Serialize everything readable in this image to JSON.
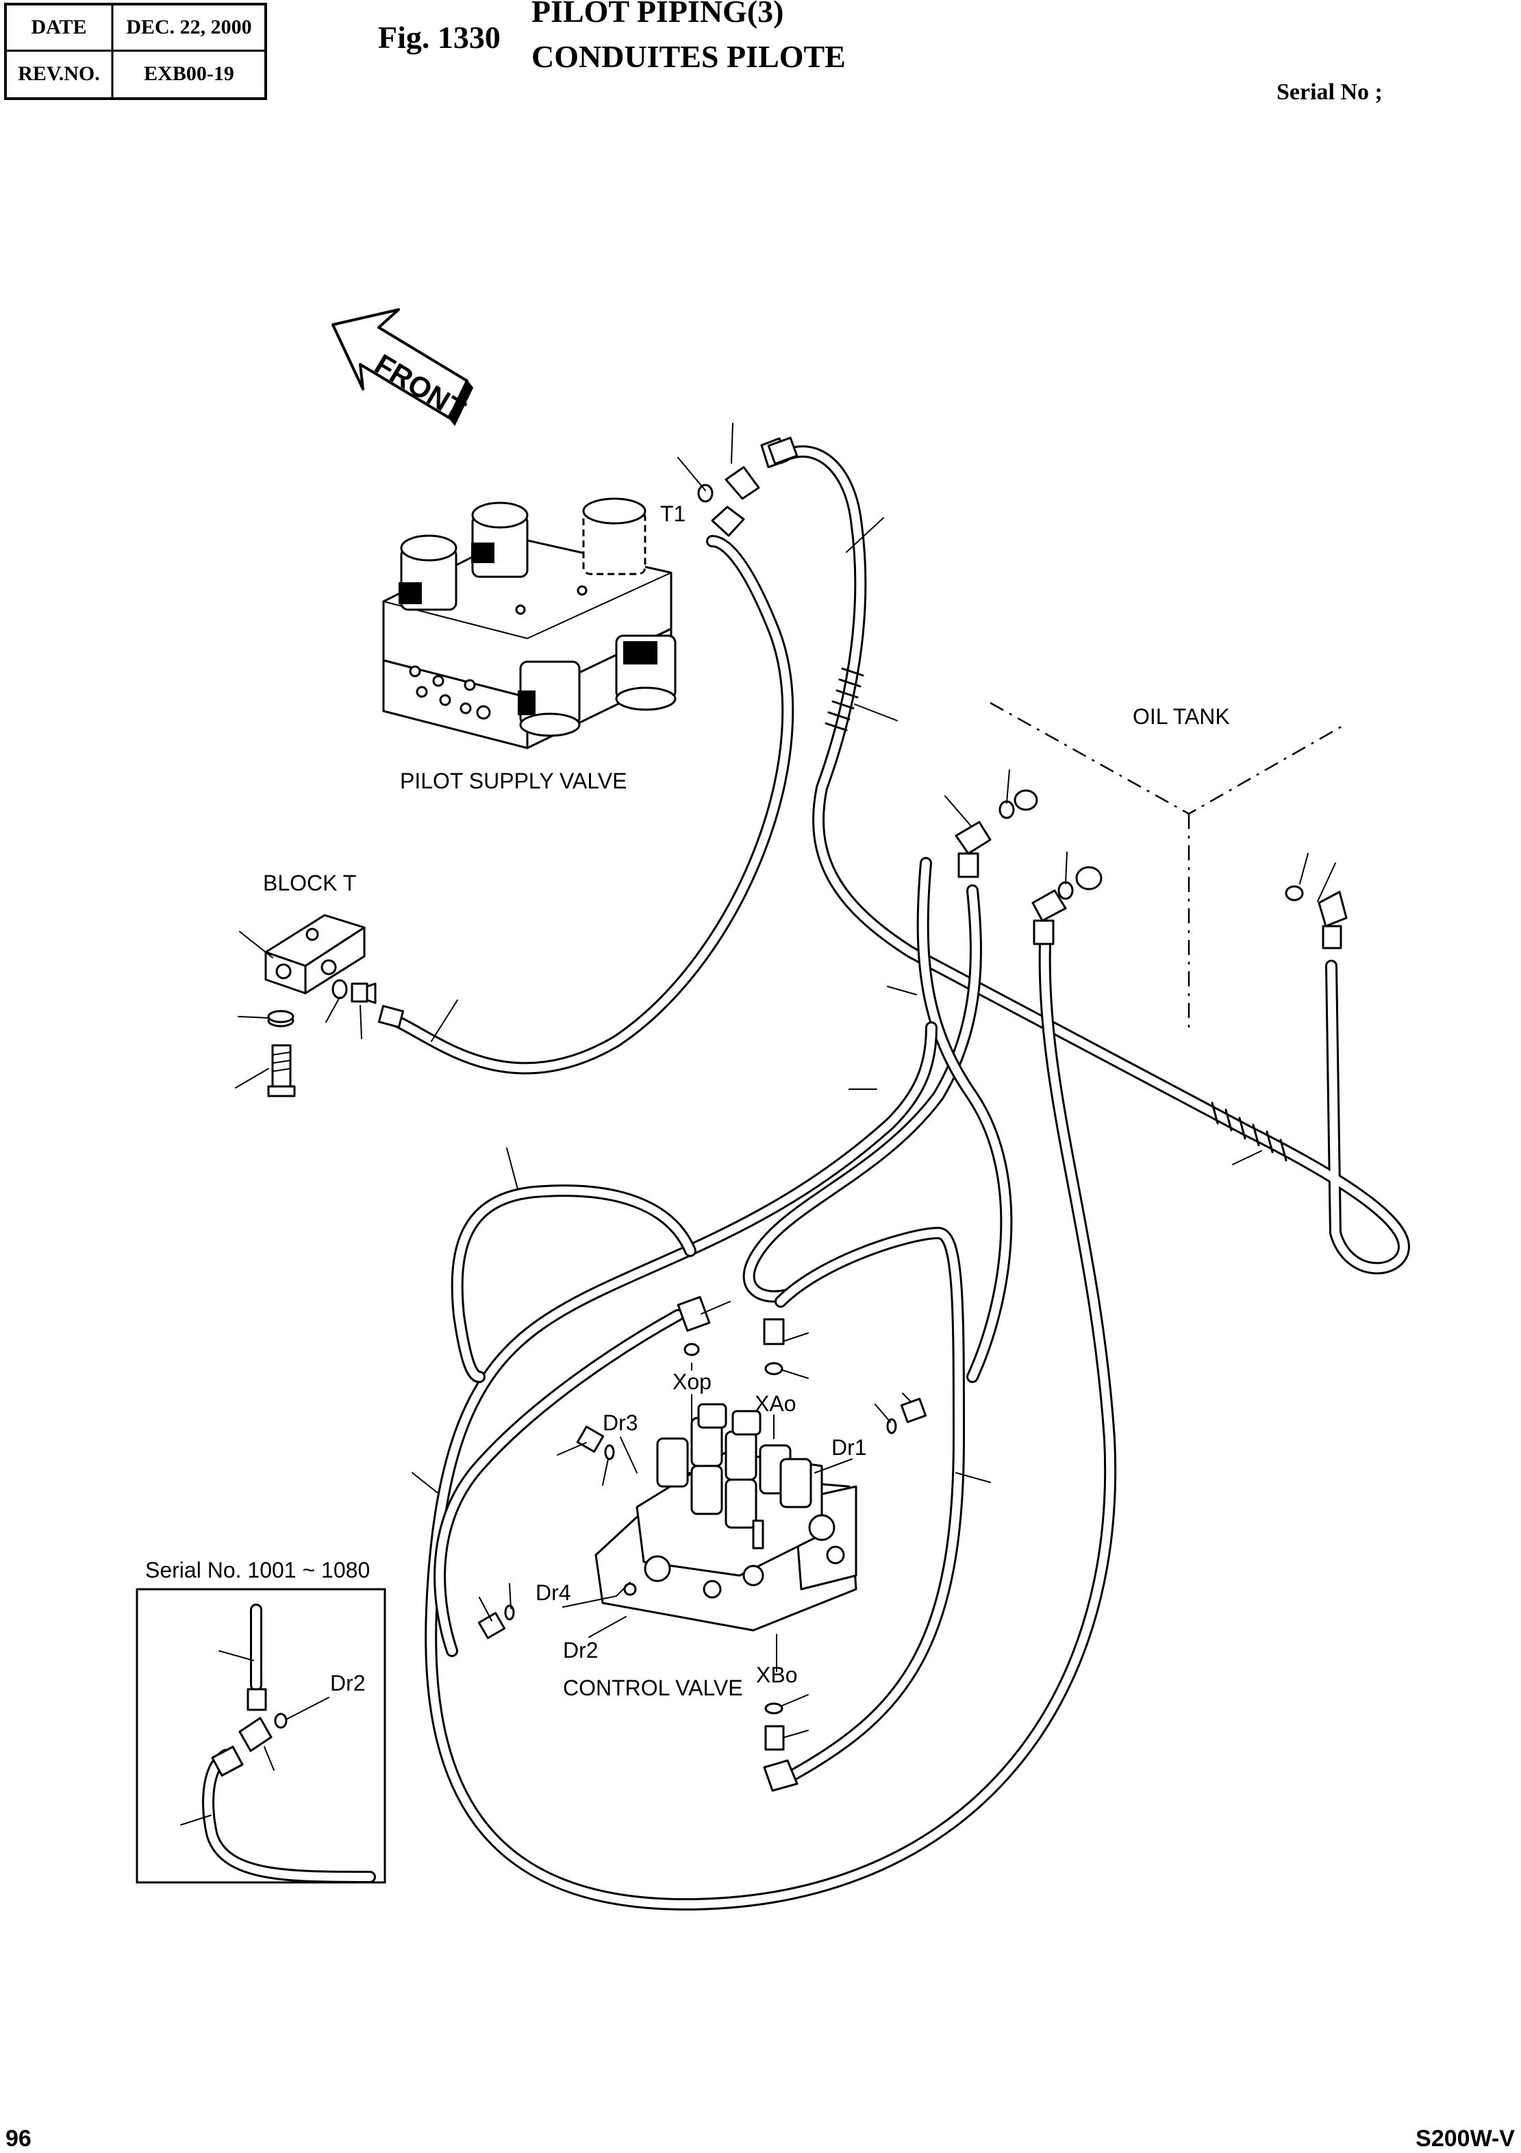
{
  "header": {
    "date_label": "DATE",
    "date_value": "DEC. 22, 2000",
    "rev_label": "REV.NO.",
    "rev_value": "EXB00-19",
    "fig_number": "Fig. 1330",
    "title_line1": "PILOT PIPING(3)",
    "title_line2": "CONDUITES PILOTE",
    "serial_label": "Serial No ;"
  },
  "front_arrow": "FRONT",
  "components": {
    "pilot_supply_valve": "PILOT SUPPLY VALVE",
    "block_t": "BLOCK  T",
    "oil_tank": "OIL TANK",
    "control_valve": "CONTROL VALVE"
  },
  "ports": {
    "t1": "T1",
    "xop": "Xop",
    "xao": "XAo",
    "dr3": "Dr3",
    "dr1": "Dr1",
    "dr4": "Dr4",
    "dr2": "Dr2",
    "xbo": "XBo"
  },
  "inset": {
    "title": "Serial No. 1001 ~ 1080",
    "port_dr2": "Dr2"
  },
  "footer": {
    "page_number": "96",
    "model": "S200W-V"
  }
}
